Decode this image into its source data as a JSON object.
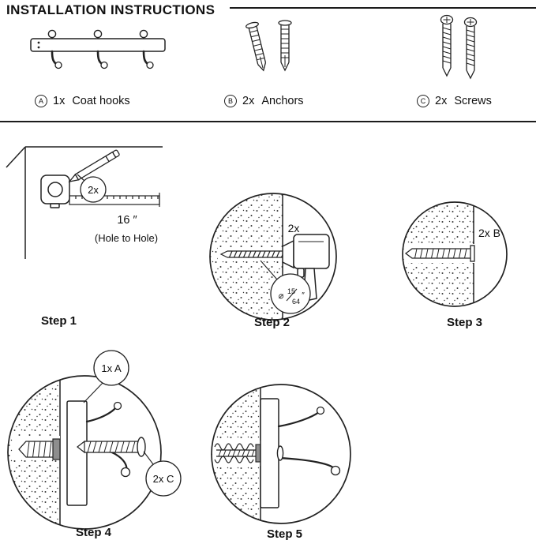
{
  "header": {
    "title": "INSTALLATION INSTRUCTIONS"
  },
  "parts": {
    "a": {
      "id": "A",
      "qty": "1x",
      "label": "Coat hooks",
      "illustration": "coat-hook-rail"
    },
    "b": {
      "id": "B",
      "qty": "2x",
      "label": "Anchors",
      "illustration": "wall-anchors"
    },
    "c": {
      "id": "C",
      "qty": "2x",
      "label": "Screws",
      "illustration": "screws"
    }
  },
  "steps": {
    "s1": {
      "label": "Step 1",
      "qty": "2x",
      "measurement": "16 ″",
      "note": "(Hole to Hole)",
      "illustration": "mark-wall-with-tape-measure-and-pencil"
    },
    "s2": {
      "label": "Step 2",
      "qty": "2x",
      "dia": "⌀",
      "num": "15",
      "den": "64",
      "unit": "″",
      "illustration": "drill-holes-in-wall"
    },
    "s3": {
      "label": "Step 3",
      "qty": "2x B",
      "illustration": "insert-anchors-into-wall"
    },
    "s4": {
      "label": "Step 4",
      "callout_a": "1x A",
      "callout_c": "2x C",
      "illustration": "fasten-coat-hook-with-screws"
    },
    "s5": {
      "label": "Step 5",
      "illustration": "screw-fully-tightened"
    }
  },
  "colors": {
    "ink": "#222222",
    "background": "#ffffff",
    "anchor_shade": "#8e8e8e"
  }
}
